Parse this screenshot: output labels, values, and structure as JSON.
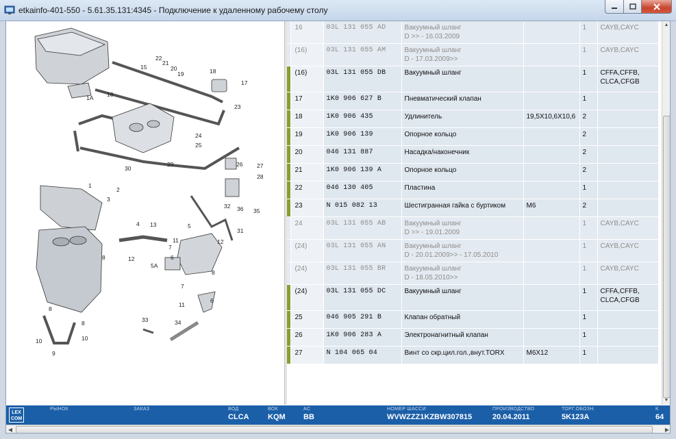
{
  "window": {
    "title": "etkainfo-401-550 - 5.61.35.131:4345 - Подключение к удаленному рабочему столу"
  },
  "diagram": {
    "labels": [
      "15",
      "16",
      "17",
      "18",
      "19",
      "20",
      "21",
      "22",
      "23",
      "24",
      "25",
      "26",
      "27",
      "28",
      "29",
      "30",
      "31",
      "32",
      "33",
      "34",
      "35",
      "36",
      "1",
      "1A",
      "2",
      "3",
      "4",
      "5",
      "5A",
      "6",
      "7",
      "8",
      "9",
      "10",
      "11",
      "12",
      "13",
      "8",
      "8",
      "8",
      "10",
      "12",
      "7",
      "11",
      "6"
    ]
  },
  "parts": {
    "rows": [
      {
        "pos": "16",
        "num": "03L 131 055 AD",
        "name": "Вакуумный шланг",
        "extra": "D          >> - 16.03.2009",
        "dim": "",
        "qty": "1",
        "engine": "CAYB,CAYC",
        "state": "gray"
      },
      {
        "pos": "(16)",
        "num": "03L 131 055 AM",
        "name": "Вакуумный шланг",
        "extra": "D - 17.03.2009>>",
        "dim": "",
        "qty": "1",
        "engine": "CAYB,CAYC",
        "state": "gray"
      },
      {
        "pos": "(16)",
        "num": "03L 131 055 DB",
        "name": "Вакуумный шланг",
        "extra": "",
        "dim": "",
        "qty": "1",
        "engine": "CFFA,CFFB,",
        "engine2": "CLCA,CFGB",
        "state": "sel"
      },
      {
        "pos": "17",
        "num": "1K0 906 627 B",
        "name": "Пневматический клапан",
        "extra": "",
        "dim": "",
        "qty": "1",
        "engine": "",
        "state": "sel"
      },
      {
        "pos": "18",
        "num": "1K0 906 435",
        "name": "Удлинитель",
        "extra": "",
        "dim": "19,5X10,6X10,6",
        "qty": "2",
        "engine": "",
        "state": "sel"
      },
      {
        "pos": "19",
        "num": "1K0 906 139",
        "name": "Опорное кольцо",
        "extra": "",
        "dim": "",
        "qty": "2",
        "engine": "",
        "state": "sel"
      },
      {
        "pos": "20",
        "num": "046 131 887",
        "name": "Насадка/наконечник",
        "extra": "",
        "dim": "",
        "qty": "2",
        "engine": "",
        "state": "sel"
      },
      {
        "pos": "21",
        "num": "1K0 906 139 A",
        "name": "Опорное кольцо",
        "extra": "",
        "dim": "",
        "qty": "2",
        "engine": "",
        "state": "sel"
      },
      {
        "pos": "22",
        "num": "046 130 405",
        "name": "Пластина",
        "extra": "",
        "dim": "",
        "qty": "1",
        "engine": "",
        "state": "sel"
      },
      {
        "pos": "23",
        "num": "N   015 082 13",
        "name": "Шестигранная гайка с буртиком",
        "extra": "",
        "dim": "M6",
        "qty": "2",
        "engine": "",
        "state": "sel"
      },
      {
        "pos": "24",
        "num": "03L 131 055 AB",
        "name": "Вакуумный шланг",
        "extra": "D          >> - 19.01.2009",
        "dim": "",
        "qty": "1",
        "engine": "CAYB,CAYC",
        "state": "gray"
      },
      {
        "pos": "(24)",
        "num": "03L 131 055 AN",
        "name": "Вакуумный шланг",
        "extra": "D - 20.01.2009>> - 17.05.2010",
        "dim": "",
        "qty": "1",
        "engine": "CAYB,CAYC",
        "state": "gray"
      },
      {
        "pos": "(24)",
        "num": "03L 131 055 BR",
        "name": "Вакуумный шланг",
        "extra": "D - 18.05.2010>>",
        "dim": "",
        "qty": "1",
        "engine": "CAYB,CAYC",
        "state": "gray"
      },
      {
        "pos": "(24)",
        "num": "03L 131 055 DC",
        "name": "Вакуумный шланг",
        "extra": "",
        "dim": "",
        "qty": "1",
        "engine": "CFFA,CFFB,",
        "engine2": "CLCA,CFGB",
        "state": "sel"
      },
      {
        "pos": "25",
        "num": "046 905 291 B",
        "name": "Клапан обратный",
        "extra": "",
        "dim": "",
        "qty": "1",
        "engine": "",
        "state": "sel"
      },
      {
        "pos": "26",
        "num": "1K0 906 283 A",
        "name": "Электронагнитный клапан",
        "extra": "",
        "dim": "",
        "qty": "1",
        "engine": "",
        "state": "sel"
      },
      {
        "pos": "27",
        "num": "N   104 065 04",
        "name": "Винт со скр.цил.гол.,внут.TORX",
        "extra": "",
        "dim": "M6X12",
        "qty": "1",
        "engine": "",
        "state": "sel"
      }
    ]
  },
  "status": {
    "logo": "LEX COM",
    "fields": [
      {
        "label": "РЫНОК",
        "value": ""
      },
      {
        "label": "ЗАКАЗ",
        "value": ""
      },
      {
        "label": "ВОД",
        "value": "CLCA"
      },
      {
        "label": "ВОК",
        "value": "KQM"
      },
      {
        "label": "AC",
        "value": "BB"
      },
      {
        "label": "НОМЕР ШАССИ",
        "value": "WVWZZZ1KZBW307815"
      },
      {
        "label": "ПРОИЗВОДСТВО",
        "value": "20.04.2011"
      },
      {
        "label": "ТОРГ.ОБОЗН.",
        "value": "5K123A"
      },
      {
        "label": "K",
        "value": "64"
      }
    ]
  }
}
